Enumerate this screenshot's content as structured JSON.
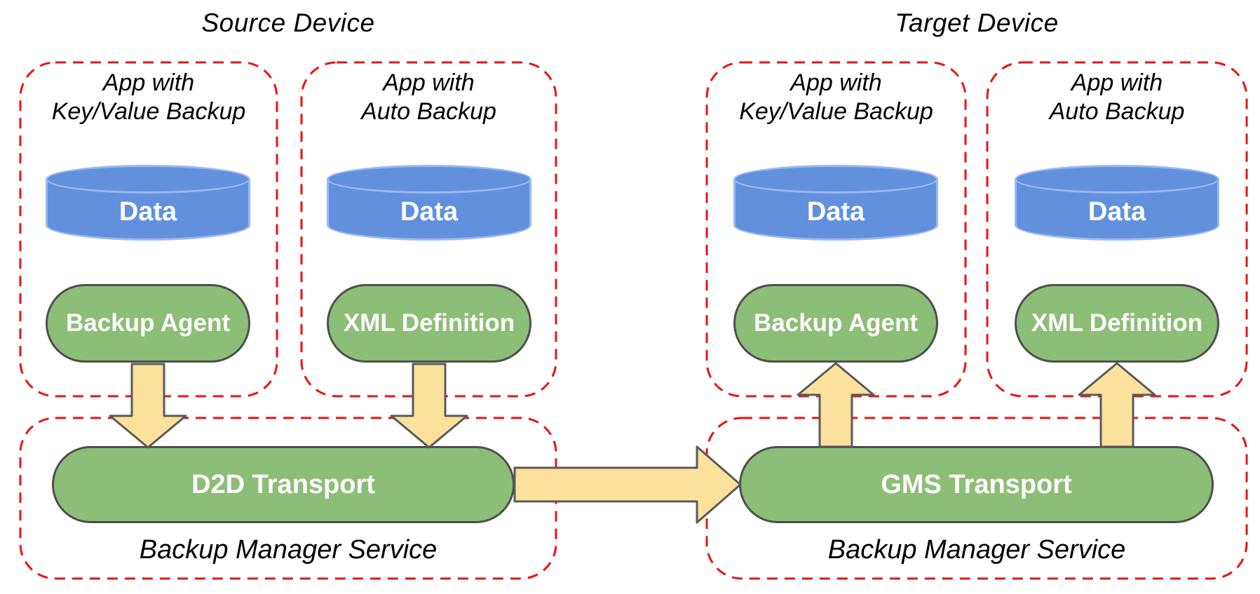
{
  "source": {
    "title": "Source Device",
    "apps": [
      {
        "heading": [
          "App with",
          "Key/Value Backup"
        ],
        "data_label": "Data",
        "component": "Backup Agent"
      },
      {
        "heading": [
          "App with",
          "Auto Backup"
        ],
        "data_label": "Data",
        "component": "XML Definition"
      }
    ],
    "service": {
      "transport": "D2D Transport",
      "label": "Backup Manager Service"
    }
  },
  "target": {
    "title": "Target Device",
    "apps": [
      {
        "heading": [
          "App with",
          "Key/Value Backup"
        ],
        "data_label": "Data",
        "component": "Backup Agent"
      },
      {
        "heading": [
          "App with",
          "Auto Backup"
        ],
        "data_label": "Data",
        "component": "XML Definition"
      }
    ],
    "service": {
      "transport": "GMS Transport",
      "label": "Backup Manager Service"
    }
  },
  "colors": {
    "container_dash": "#ee1111",
    "data_fill": "#6191dd",
    "data_stroke": "#9bb9ee",
    "component_fill": "#8cbe77",
    "component_stroke": "#4f4f4f",
    "arrow_fill": "#fbe19b",
    "arrow_stroke": "#5a5a5a",
    "label_on_shape": "#ffffff",
    "text": "#000000"
  }
}
